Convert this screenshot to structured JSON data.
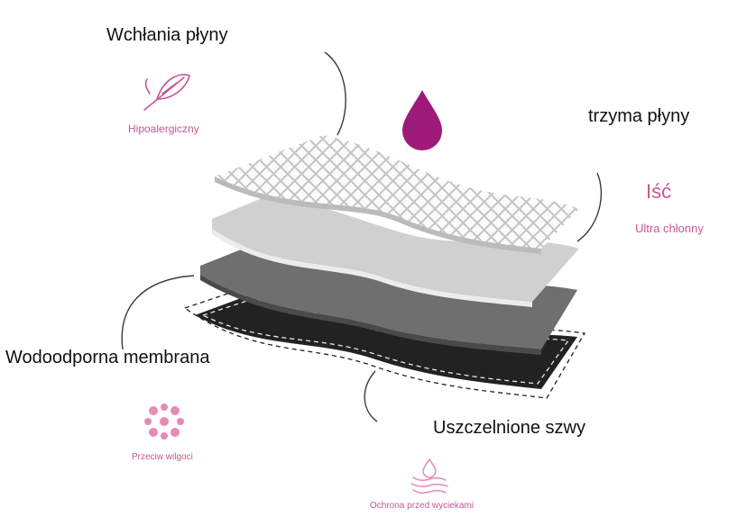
{
  "labels": {
    "top_left": "Wchłania płyny",
    "top_right": "trzyma płyny",
    "mid_left": "Wodoodporna membrana",
    "bottom": "Uszczelnione szwy"
  },
  "features": {
    "hypo": "Hipoalergiczny",
    "isc": "Iść",
    "ultra": "Ultra chłonny",
    "moisture": "Przeciw wilgoci",
    "leak": "Ochrona przed wyciekami"
  },
  "colors": {
    "accent_pink": "#c4578f",
    "drop_magenta": "#9e1a78",
    "dot_pink": "#e58bb5"
  },
  "icons": {
    "feather": "feather-icon",
    "drop": "water-drop-icon",
    "dots": "dots-flower-icon",
    "waves": "drop-waves-icon"
  }
}
